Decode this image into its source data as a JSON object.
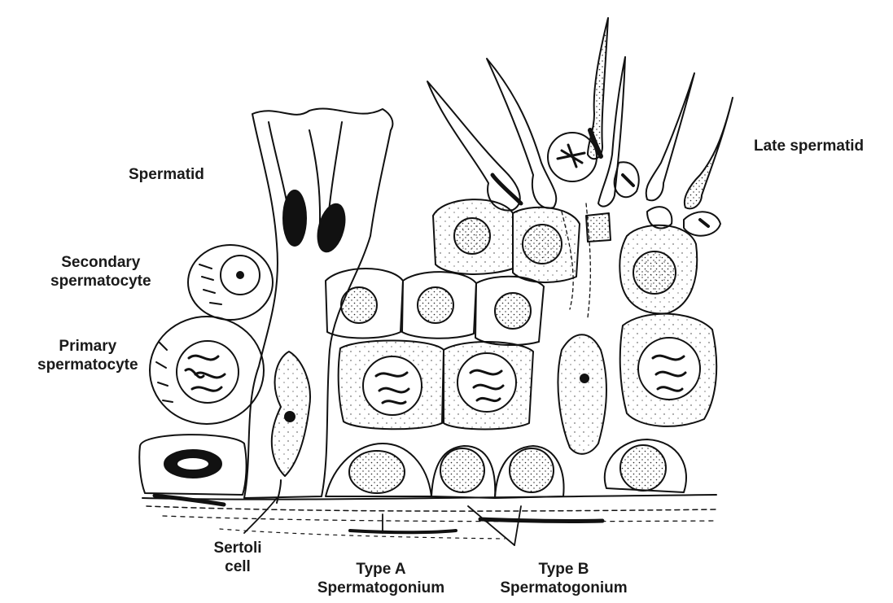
{
  "labels": {
    "spermatid": "Spermatid",
    "late_spermatid": "Late spermatid",
    "secondary_spermatocyte": [
      "Secondary",
      "spermatocyte"
    ],
    "primary_spermatocyte": [
      "Primary",
      "spermatocyte"
    ],
    "sertoli_cell": [
      "Sertoli",
      "cell"
    ],
    "type_a": [
      "Type A",
      "Spermatogonium"
    ],
    "type_b": [
      "Type B",
      "Spermatogonium"
    ]
  },
  "colors": {
    "ink": "#111111",
    "background": "#ffffff",
    "label": "#1a1a1a"
  }
}
